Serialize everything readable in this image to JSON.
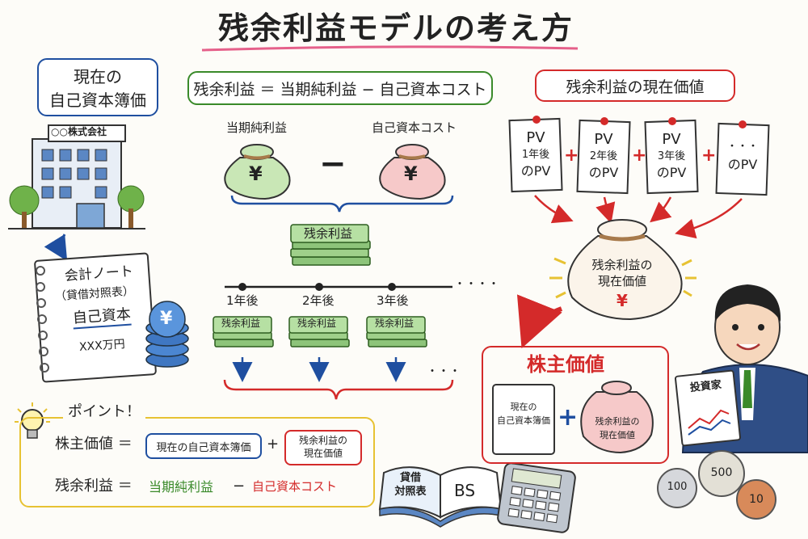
{
  "title": "残余利益モデルの考え方",
  "book_value_box": {
    "line1": "現在の",
    "line2": "自己資本簿価"
  },
  "company_sign": "○○株式会社",
  "notebook": {
    "title": "会計ノート",
    "subtitle": "（貸借対照表）",
    "label": "自己資本",
    "amount": "XXX万円"
  },
  "formula_top": "残余利益 ＝ 当期純利益 − 自己資本コスト",
  "net_income_label": "当期純利益",
  "equity_cost_label": "自己資本コスト",
  "yen_symbol": "¥",
  "minus_symbol": "−",
  "residual_stack_label": "残余利益",
  "timeline": {
    "years": [
      "1年後",
      "2年後",
      "3年後"
    ],
    "stack_label": "残余利益",
    "ellipsis": "・・・・",
    "more": "・・・"
  },
  "pv_title": "残余利益の現在価値",
  "pv_cards": [
    {
      "top": "PV",
      "mid": "1年後",
      "bot": "のPV"
    },
    {
      "top": "PV",
      "mid": "2年後",
      "bot": "のPV"
    },
    {
      "top": "PV",
      "mid": "3年後",
      "bot": "のPV"
    },
    {
      "top": "",
      "mid": "・・・",
      "bot": "のPV"
    }
  ],
  "plus_symbol": "+",
  "pv_bag": {
    "line1": "残余利益の",
    "line2": "現在価値"
  },
  "shareholder_value": {
    "title": "株主価値",
    "book_line1": "現在の",
    "book_line2": "自己資本簿価",
    "bag_line1": "残余利益の",
    "bag_line2": "現在価値"
  },
  "investor_sign": "投資家",
  "point": {
    "title": "ポイント！",
    "row1_label": "株主価値 ＝",
    "row1_box1": "現在の自己資本簿価",
    "row1_box2_l1": "残余利益の",
    "row1_box2_l2": "現在価値",
    "row2_label": "残余利益 ＝",
    "row2_net": "当期純利益",
    "row2_minus": "−",
    "row2_cost": "自己資本コスト"
  },
  "bs_book": {
    "label_l1": "貸借",
    "label_l2": "対照表",
    "bs": "BS"
  },
  "coins": [
    "100",
    "500",
    "10"
  ],
  "colors": {
    "blue": "#1f4fa0",
    "green": "#3a8a2a",
    "red": "#d42a2a",
    "yellow": "#e7c233",
    "pink": "#e5608a"
  }
}
